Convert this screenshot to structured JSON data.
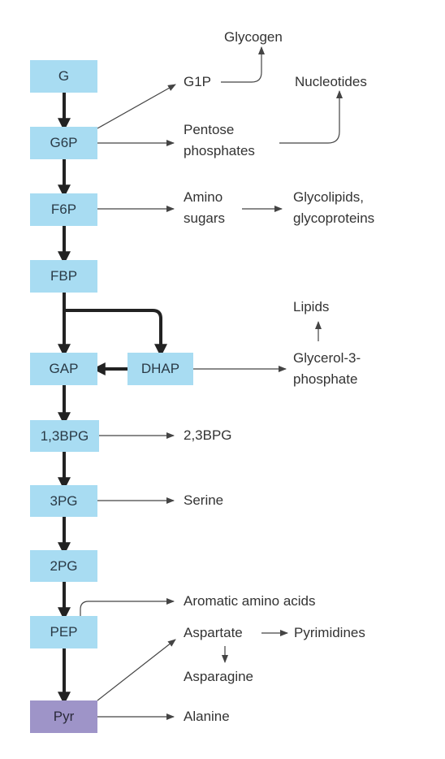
{
  "nodes": {
    "G": "G",
    "G6P": "G6P",
    "F6P": "F6P",
    "FBP": "FBP",
    "GAP": "GAP",
    "DHAP": "DHAP",
    "BPG13": "1,3BPG",
    "PG3": "3PG",
    "PG2": "2PG",
    "PEP": "PEP",
    "Pyr": "Pyr"
  },
  "products": {
    "glycogen": "Glycogen",
    "g1p": "G1P",
    "nucleotides": "Nucleotides",
    "pentose_line1": "Pentose",
    "pentose_line2": "phosphates",
    "amino_line1": "Amino",
    "amino_line2": "sugars",
    "glycolipids_line1": "Glycolipids,",
    "glycolipids_line2": "glycoproteins",
    "lipids": "Lipids",
    "glycerol_line1": "Glycerol-3-",
    "glycerol_line2": "phosphate",
    "bpg23": "2,3BPG",
    "serine": "Serine",
    "aromatic": "Aromatic amino acids",
    "aspartate": "Aspartate",
    "pyrimidines": "Pyrimidines",
    "asparagine": "Asparagine",
    "alanine": "Alanine"
  },
  "colors": {
    "node_fill": "#a8dcf2",
    "pyruvate_fill": "#9e94c8",
    "main_arrow": "#222222",
    "branch_arrow": "#444444"
  }
}
